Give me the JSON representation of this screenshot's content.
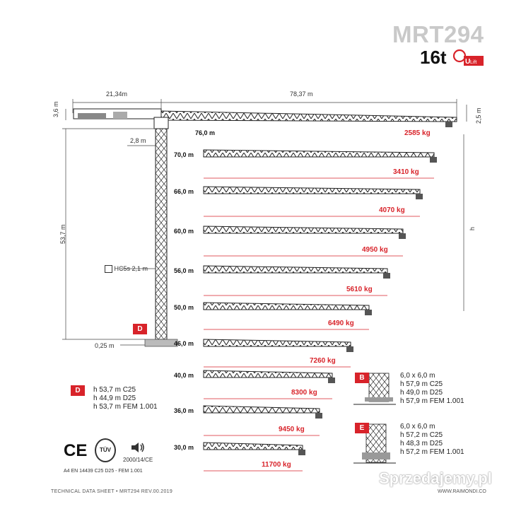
{
  "header": {
    "model": "MRT294",
    "capacity": "16t",
    "ulift_mark": "ULift"
  },
  "dimensions": {
    "counter_jib": "21,34m",
    "jib": "78,37 m",
    "top_height_left": "3,6 m",
    "top_height_right": "2,5 m",
    "tower_offset": "2,8 m",
    "mast_height": "53,7 m",
    "mast_section": "HC5s",
    "mast_width": "2,1 m",
    "base_offset": "0,25 m",
    "hook_height": "h"
  },
  "jibs": [
    {
      "length": "76,0 m",
      "tip_load": "2585 kg"
    },
    {
      "length": "70,0 m",
      "tip_load": "3410 kg"
    },
    {
      "length": "66,0 m",
      "tip_load": "4070 kg"
    },
    {
      "length": "60,0 m",
      "tip_load": "4950 kg"
    },
    {
      "length": "56,0 m",
      "tip_load": "5610 kg"
    },
    {
      "length": "50,0 m",
      "tip_load": "6490 kg"
    },
    {
      "length": "46,0 m",
      "tip_load": "7260 kg"
    },
    {
      "length": "40,0 m",
      "tip_load": "8300 kg"
    },
    {
      "length": "36,0 m",
      "tip_load": "9450 kg"
    },
    {
      "length": "30,0 m",
      "tip_load": "11700 kg"
    }
  ],
  "configs": {
    "D": {
      "label": "D",
      "lines": [
        "h 53,7 m C25",
        "h 44,9 m D25",
        "h 53,7 m FEM 1.001"
      ]
    },
    "B": {
      "label": "B",
      "lines": [
        "6,0 x 6,0 m",
        "h 57,9 m C25",
        "h 49,0 m D25",
        "h 57,9 m FEM 1.001"
      ]
    },
    "E": {
      "label": "E",
      "lines": [
        "6,0 x 6,0 m",
        "h 57,2 m C25",
        "h 48,3 m D25",
        "h 57,2 m FEM 1.001"
      ]
    }
  },
  "certifications": {
    "ce": "CE",
    "tuv": "TÜV",
    "noise": "2000/14/CE",
    "standards": "A4 EN 14439 C25  D25 - FEM 1.001"
  },
  "footer": {
    "sheet": "TECHNICAL DATA SHEET  •  MRT294  REV.00.2019",
    "website": "WWW.RAIMONDI.CO",
    "watermark": "Sprzedajemy.pl"
  },
  "colors": {
    "accent": "#d8232a",
    "title_gray": "#c9c9c9"
  }
}
